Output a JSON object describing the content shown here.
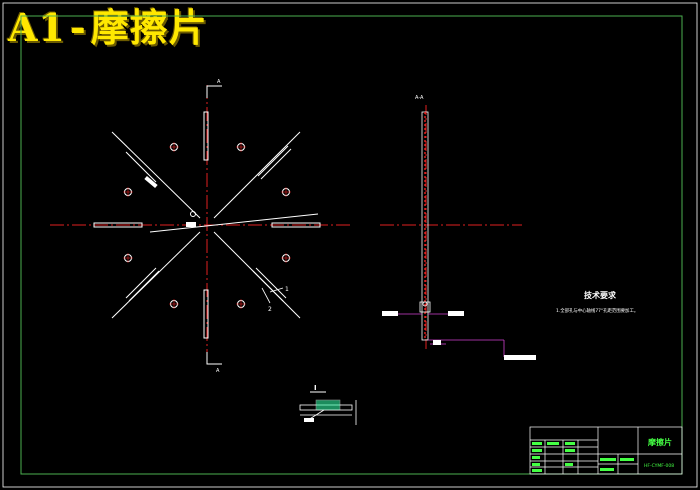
{
  "title_overlay": {
    "code": "A1",
    "separator": "-",
    "name": "摩擦片"
  },
  "colors": {
    "background": "#000000",
    "frame": "#4caf50",
    "drawing": "#ffffff",
    "centerline": "#e02020",
    "dimension": "#d040d0",
    "title_text": "#ffe800",
    "title_block_text": "#44ff44"
  },
  "drawing": {
    "section_top_label": "A",
    "section_bottom_label": "A",
    "section_view_label": "A-A",
    "leader_1": "1",
    "leader_2": "2",
    "detail_label": "I",
    "tech_requirements_heading": "技术要求",
    "tech_requirements_note": "1.全部孔与中心轴线77°孔距范围要加工。"
  },
  "title_block": {
    "part_name": "摩擦片",
    "drawing_number": "HF-CYMF-008"
  }
}
